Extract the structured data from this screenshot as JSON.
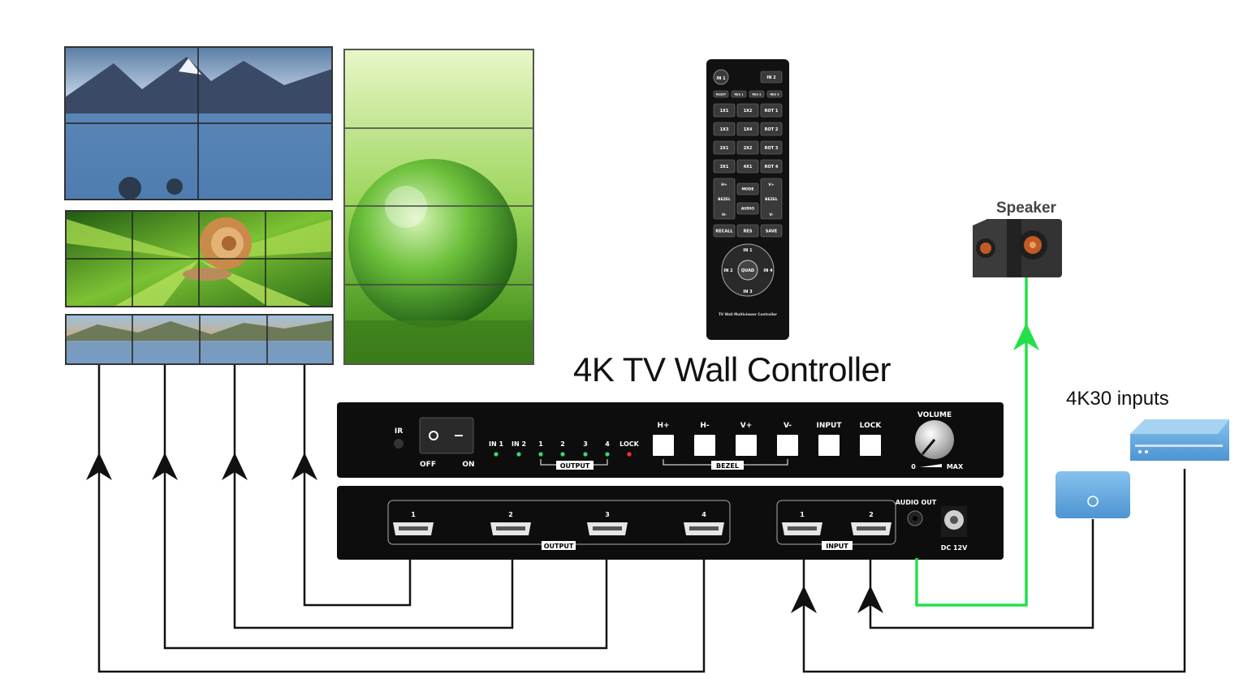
{
  "title": "4K TV Wall Controller",
  "inputs_label": "4K30 inputs",
  "speaker_label": "Speaker",
  "front_panel": {
    "ir_label": "IR",
    "switch_off": "OFF",
    "switch_on": "ON",
    "led_labels": [
      "IN 1",
      "IN 2",
      "1",
      "2",
      "3",
      "4",
      "LOCK"
    ],
    "output_group_label": "OUTPUT",
    "buttons": [
      "H+",
      "H-",
      "V+",
      "V-",
      "INPUT",
      "LOCK"
    ],
    "bezel_group_label": "BEZEL",
    "volume_label": "VOLUME",
    "volume_min": "0",
    "volume_max": "MAX"
  },
  "rear_panel": {
    "output_ports": [
      "1",
      "2",
      "3",
      "4"
    ],
    "output_group_label": "OUTPUT",
    "input_ports": [
      "1",
      "2"
    ],
    "input_group_label": "INPUT",
    "audio_out_label": "AUDIO OUT",
    "dc_label": "DC 12V"
  },
  "remote": {
    "top_buttons": [
      "IN 1",
      "IN 2"
    ],
    "small_row": [
      "RESET",
      "RES 1",
      "RES 2",
      "RES 3"
    ],
    "grid": [
      [
        "1X1",
        "1X2",
        "ROT 1"
      ],
      [
        "1X3",
        "1X4",
        "ROT 2"
      ],
      [
        "2X1",
        "2X2",
        "ROT 3"
      ],
      [
        "3X1",
        "4X1",
        "ROT 4"
      ]
    ],
    "bezel_left": [
      "H+",
      "BEZEL",
      "H-"
    ],
    "bezel_mid": [
      "MODE",
      "AUDIO"
    ],
    "bezel_right": [
      "V+",
      "BEZEL",
      "V-"
    ],
    "bottom_row": [
      "RECALL",
      "RES",
      "SAVE"
    ],
    "dial": {
      "top": "IN 1",
      "left": "IN 2",
      "right": "IN 4",
      "bottom": "IN 3",
      "center": "QUAD"
    },
    "footer": "TV Wall Multiviewer Controller"
  },
  "colors": {
    "panel": "#0d0d0d",
    "audio_line": "#22e04a",
    "signal_line": "#111111",
    "led_green": "#39d86a",
    "led_red": "#ff3030",
    "device_blue": "#6aaee0"
  }
}
